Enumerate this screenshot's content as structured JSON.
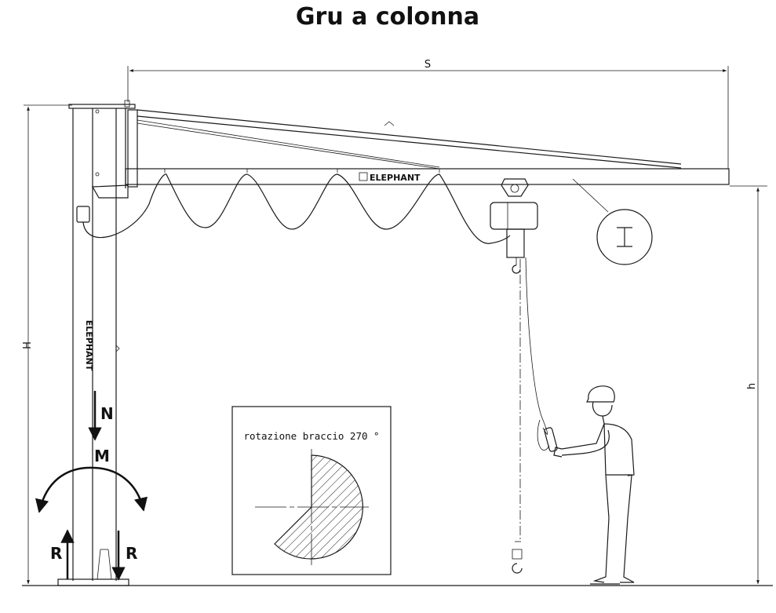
{
  "title": "Gru a colonna",
  "dimensions": {
    "span": "S",
    "total_height": "H",
    "hook_height": "h"
  },
  "forces": {
    "axial": "N",
    "moment": "M",
    "reaction_left": "R",
    "reaction_right": "R"
  },
  "brand": {
    "boom": "ELEPHANT",
    "column": "ELEPHANT"
  },
  "inset": {
    "rotation_label": "rotazione braccio 270 °"
  }
}
